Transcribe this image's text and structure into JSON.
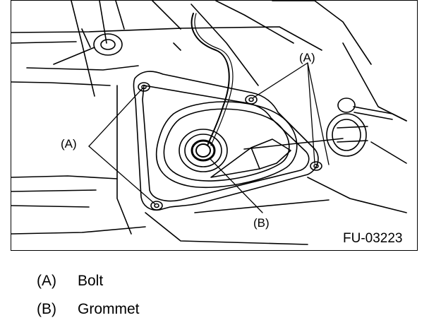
{
  "figure": {
    "code": "FU-03223",
    "callouts": {
      "a_top": "(A)",
      "a_left": "(A)",
      "b": "(B)"
    },
    "icon": "fuel-pump-cover-diagram"
  },
  "legend": [
    {
      "key": "(A)",
      "text": "Bolt"
    },
    {
      "key": "(B)",
      "text": "Grommet"
    }
  ]
}
